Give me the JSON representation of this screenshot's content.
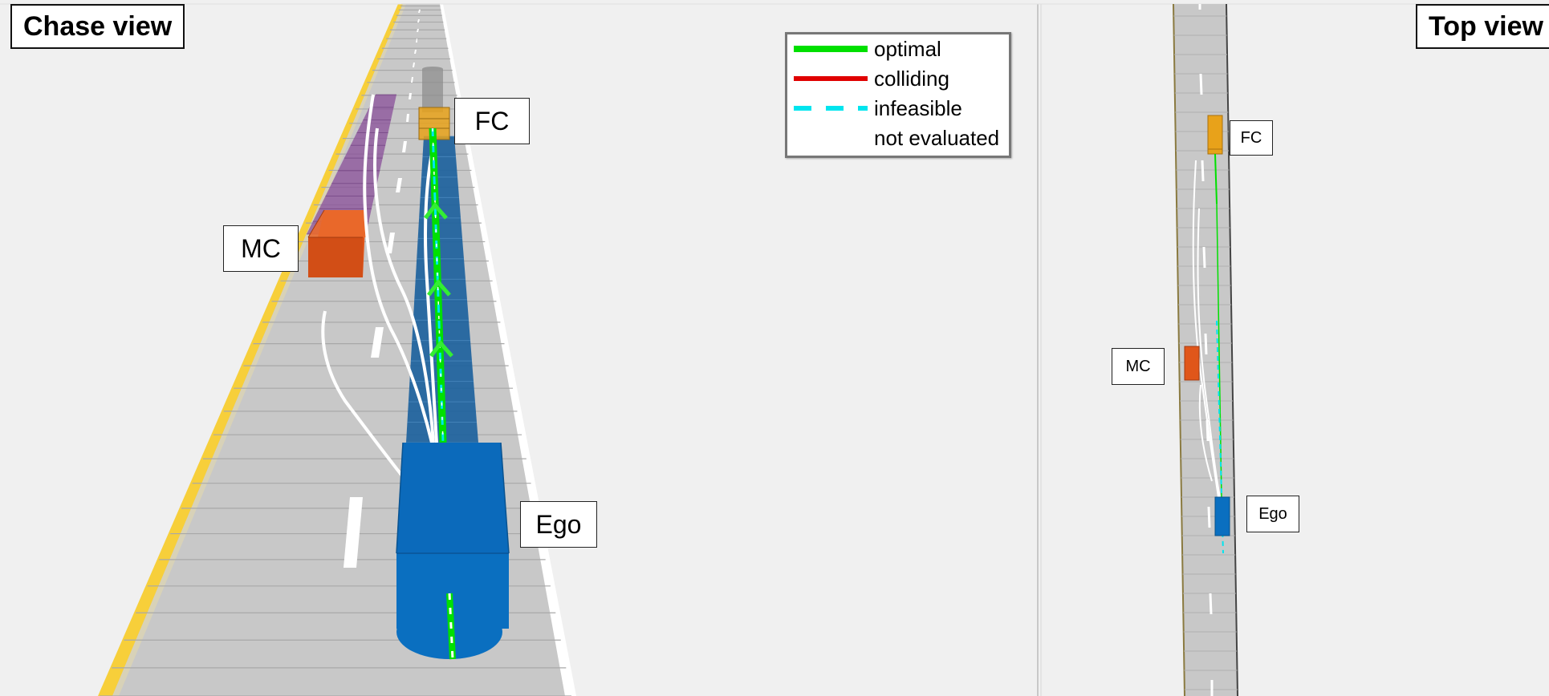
{
  "chase_view": {
    "title": "Chase view",
    "vehicle_labels": {
      "fc": "FC",
      "mc": "MC",
      "ego": "Ego"
    }
  },
  "top_view": {
    "title": "Top view",
    "vehicle_labels": {
      "fc": "FC",
      "mc": "MC",
      "ego": "Ego"
    }
  },
  "legend": {
    "items": [
      {
        "label": "optimal",
        "color": "#00e000",
        "style": "solid"
      },
      {
        "label": "colliding",
        "color": "#e00000",
        "style": "solid"
      },
      {
        "label": "infeasible",
        "color": "#00e5ee",
        "style": "dashed"
      },
      {
        "label": "not evaluated",
        "color": "#ffffff",
        "style": "solid"
      }
    ]
  },
  "colors": {
    "road": "#c8c8c8",
    "road_edge_yellow": "#f7cf3a",
    "ego": "#0a6fc0",
    "fc": "#e8a21a",
    "mc": "#e0561a",
    "mc_trail": "#8a4f9a",
    "optimal": "#00e000",
    "infeasible": "#00e5ee"
  }
}
